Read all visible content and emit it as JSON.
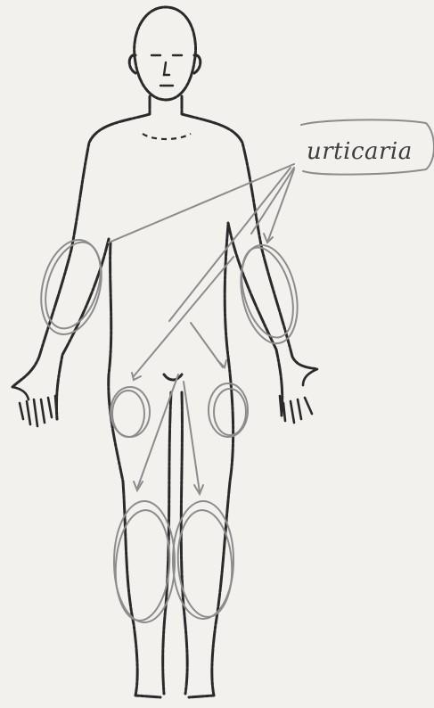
{
  "annotation": {
    "label": "urticaria"
  },
  "colors": {
    "paper": "#f3f1ee",
    "ink": "#2a2a2a",
    "pencil": "#8c8c8c"
  },
  "marked_regions": [
    "left-forearm",
    "right-forearm",
    "left-thigh",
    "right-thigh",
    "left-knee",
    "right-knee"
  ]
}
